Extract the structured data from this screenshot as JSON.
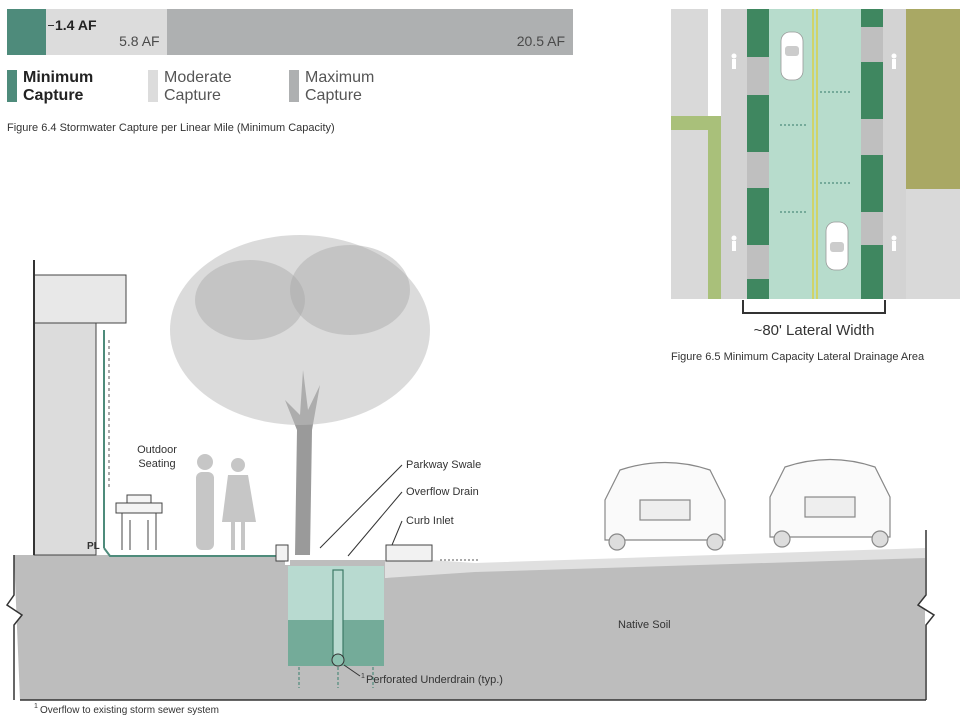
{
  "chart_data": {
    "type": "bar",
    "orientation": "horizontal-stacked",
    "series": [
      {
        "name": "Minimum Capture",
        "value_label": "1.4 AF",
        "value": 1.4
      },
      {
        "name": "Moderate Capture",
        "value_label": "5.8 AF",
        "value": 5.8
      },
      {
        "name": "Maximum Capture",
        "value_label": "20.5 AF",
        "value": 20.5
      }
    ],
    "xlim": [
      0,
      20.5
    ],
    "legend": "bottom",
    "colors": {
      "minimum": "#4e8b7b",
      "moderate": "#dcdcdc",
      "maximum": "#aeb0b1"
    }
  },
  "legend": {
    "minimum": [
      "Minimum",
      "Capture"
    ],
    "moderate": [
      "Moderate",
      "Capture"
    ],
    "maximum": [
      "Maximum",
      "Capture"
    ]
  },
  "figures": {
    "fig64_caption": "Figure 6.4  Stormwater Capture per Linear Mile (Minimum Capacity)",
    "fig65_caption": "Figure 6.5  Minimum Capacity Lateral Drainage Area",
    "lateral_width": "~80' Lateral Width"
  },
  "section": {
    "outdoor_seating": [
      "Outdoor",
      "Seating"
    ],
    "property_line": "PL",
    "parkway_swale": "Parkway Swale",
    "overflow_drain": "Overflow Drain",
    "curb_inlet": "Curb Inlet",
    "native_soil": "Native Soil",
    "footnote_marker": "1",
    "perforated_underdrain": "Perforated Underdrain (typ.)",
    "footnote_text": "Overflow to existing storm sewer system"
  }
}
